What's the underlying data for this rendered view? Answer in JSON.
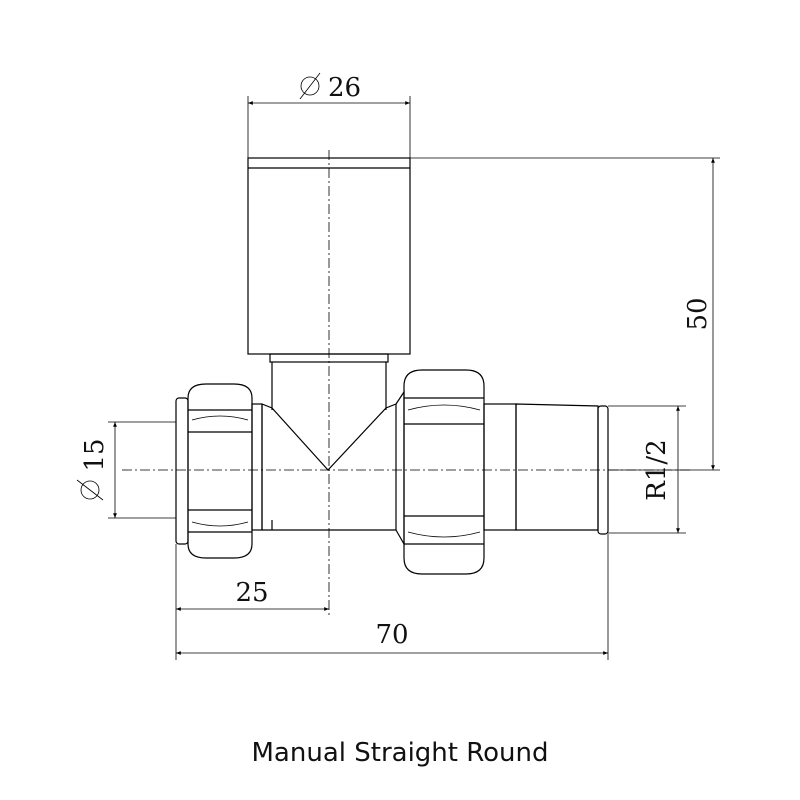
{
  "dimensions": {
    "handle_diameter": "26",
    "pipe_diameter": "15",
    "height": "50",
    "thread": "R1/2",
    "center_offset": "25",
    "overall_length": "70"
  },
  "caption": "Manual Straight Round"
}
